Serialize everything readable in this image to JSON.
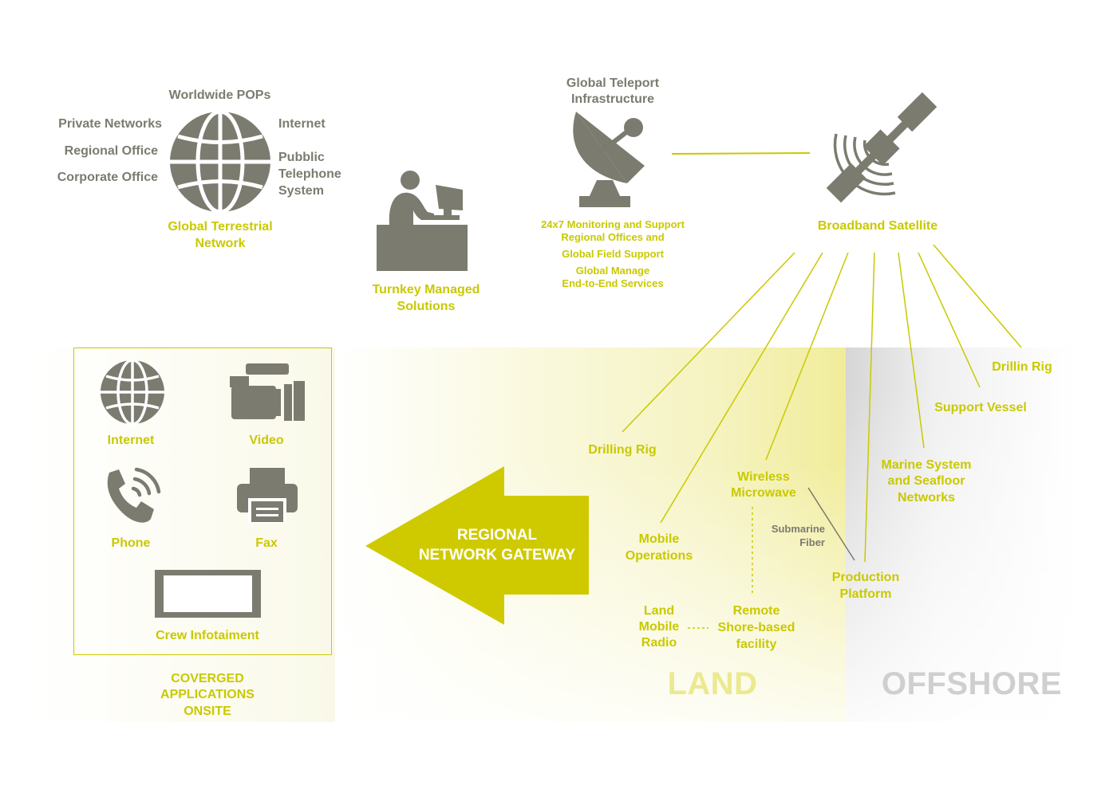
{
  "terrestrial": {
    "top": "Worldwide POPs",
    "left": [
      "Private Networks",
      "Regional Office",
      "Corporate Office"
    ],
    "right_internet": "Internet",
    "right_phone": "Pubblic\nTelephone\nSystem",
    "label": "Global Terrestrial\nNetwork"
  },
  "turnkey": {
    "label": "Turnkey Managed\nSolutions"
  },
  "teleport": {
    "title": "Global Teleport\nInfrastructure",
    "line1": "24x7 Monitoring and Support\nRegional Offices and",
    "line2": "Global Field Support",
    "line3": "Global Manage\nEnd-to-End Services"
  },
  "satellite": {
    "label": "Broadband Satellite"
  },
  "apps": {
    "internet": "Internet",
    "video": "Video",
    "phone": "Phone",
    "fax": "Fax",
    "crew": "Crew Infotaiment",
    "caption": "COVERGED\nAPPLICATIONS\nONSITE"
  },
  "gateway": {
    "label": "REGIONAL\nNETWORK GATEWAY"
  },
  "nodes": {
    "drilling_rig": "Drilling Rig",
    "mobile_operations": "Mobile\nOperations",
    "wireless_microwave": "Wireless\nMicrowave",
    "submarine_fiber": "Submarine\nFiber",
    "production_platform": "Production\nPlatform",
    "land_mobile_radio": "Land\nMobile\nRadio",
    "remote_facility": "Remote\nShore-based\nfacility",
    "marine_system": "Marine System\nand Seafloor\nNetworks",
    "support_vessel": "Support Vessel",
    "drillin_rig": "Drillin Rig"
  },
  "zones": {
    "land": "LAND",
    "offshore": "OFFSHORE"
  },
  "colors": {
    "icon_gray": "#7b7b6f",
    "accent_yellow": "#c9c900",
    "land_text": "#ece98f",
    "offshore_text": "#cfcfcf"
  }
}
